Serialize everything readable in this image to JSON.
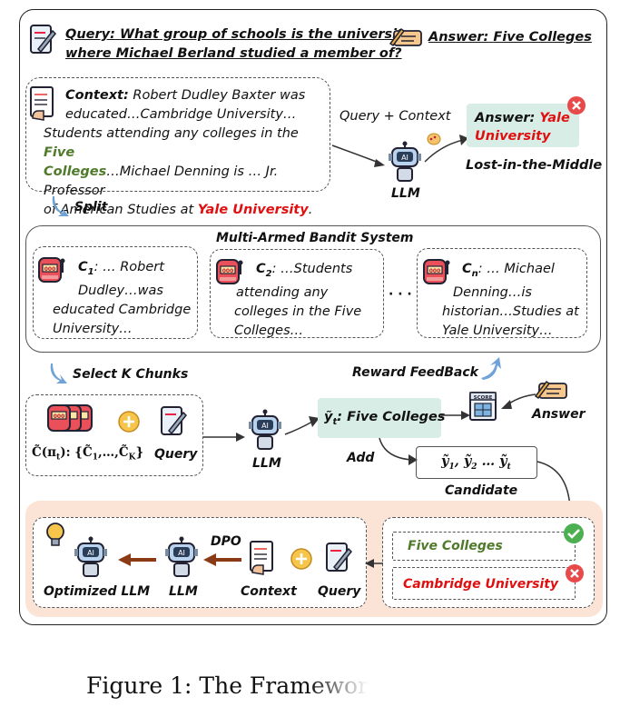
{
  "query": {
    "label": "Query:",
    "line1": "What group of schools is the university",
    "line2": "where Michael Berland studied a member of?"
  },
  "answer_top": {
    "label": "Answer:",
    "value": "Five Colleges"
  },
  "context": {
    "label": "Context:",
    "l1": "Robert Dudley Baxter was",
    "l2": "educated…Cambridge University…",
    "l3a": "Students attending any colleges in the",
    "l3b": "Five",
    "l4a": "Colleges",
    "l4b": "…Michael Denning is … Jr. Professor",
    "l5a": "of American Studies at",
    "l5b": "Yale University",
    "l5c": "."
  },
  "query_context_label": "Query + Context",
  "llm_label": "LLM",
  "wrong_answer": {
    "label": "Answer:",
    "value1": "Yale",
    "value2": "University"
  },
  "lost_label": "Lost-in-the-Middle",
  "split_label": "Split",
  "mab": {
    "title": "Multi-Armed Bandit System",
    "c1": {
      "name": "C",
      "sub": "1",
      "l1": ": … Robert",
      "l2": "Dudley…was",
      "l3": "educated Cambridge",
      "l4": "University…"
    },
    "c2": {
      "name": "C",
      "sub": "2",
      "l1": ": …Students",
      "l2": "attending any",
      "l3": "colleges in the Five",
      "l4": "Colleges…"
    },
    "dots": "· · ·",
    "cn": {
      "name": "C",
      "sub": "n",
      "l1": ": … Michael",
      "l2": "Denning…is",
      "l3": "historian…Studies at",
      "l4": "Yale University…"
    }
  },
  "select_label": "Select K Chunks",
  "reward_label": "Reward FeedBack",
  "chunks_formula": "C̃(π",
  "chunks_formula2": "): {C̃",
  "chunks_formula3": ",…,C̃",
  "chunks_formula4": "}",
  "query_label": "Query",
  "llm2_label": "LLM",
  "yt_box": {
    "sym": "ỹ",
    "sub": "t",
    "text": ": Five Colleges"
  },
  "score_label": "SCORE",
  "answer_label": "Answer",
  "add_label": "Add",
  "candidate_box": "ỹ",
  "candidate_label": "Candidate",
  "bottom": {
    "optimized": "Optimized LLM",
    "llm": "LLM",
    "dpo": "DPO",
    "context": "Context",
    "query": "Query",
    "five": "Five Colleges",
    "cambridge": "Cambridge University"
  },
  "caption": "Figure 1: The Framewor",
  "colors": {
    "green_box": "#d8ede6",
    "peach": "#fbe4d6",
    "arrow_blue": "#6fa3d8",
    "brown_arrow": "#8a3a14"
  }
}
